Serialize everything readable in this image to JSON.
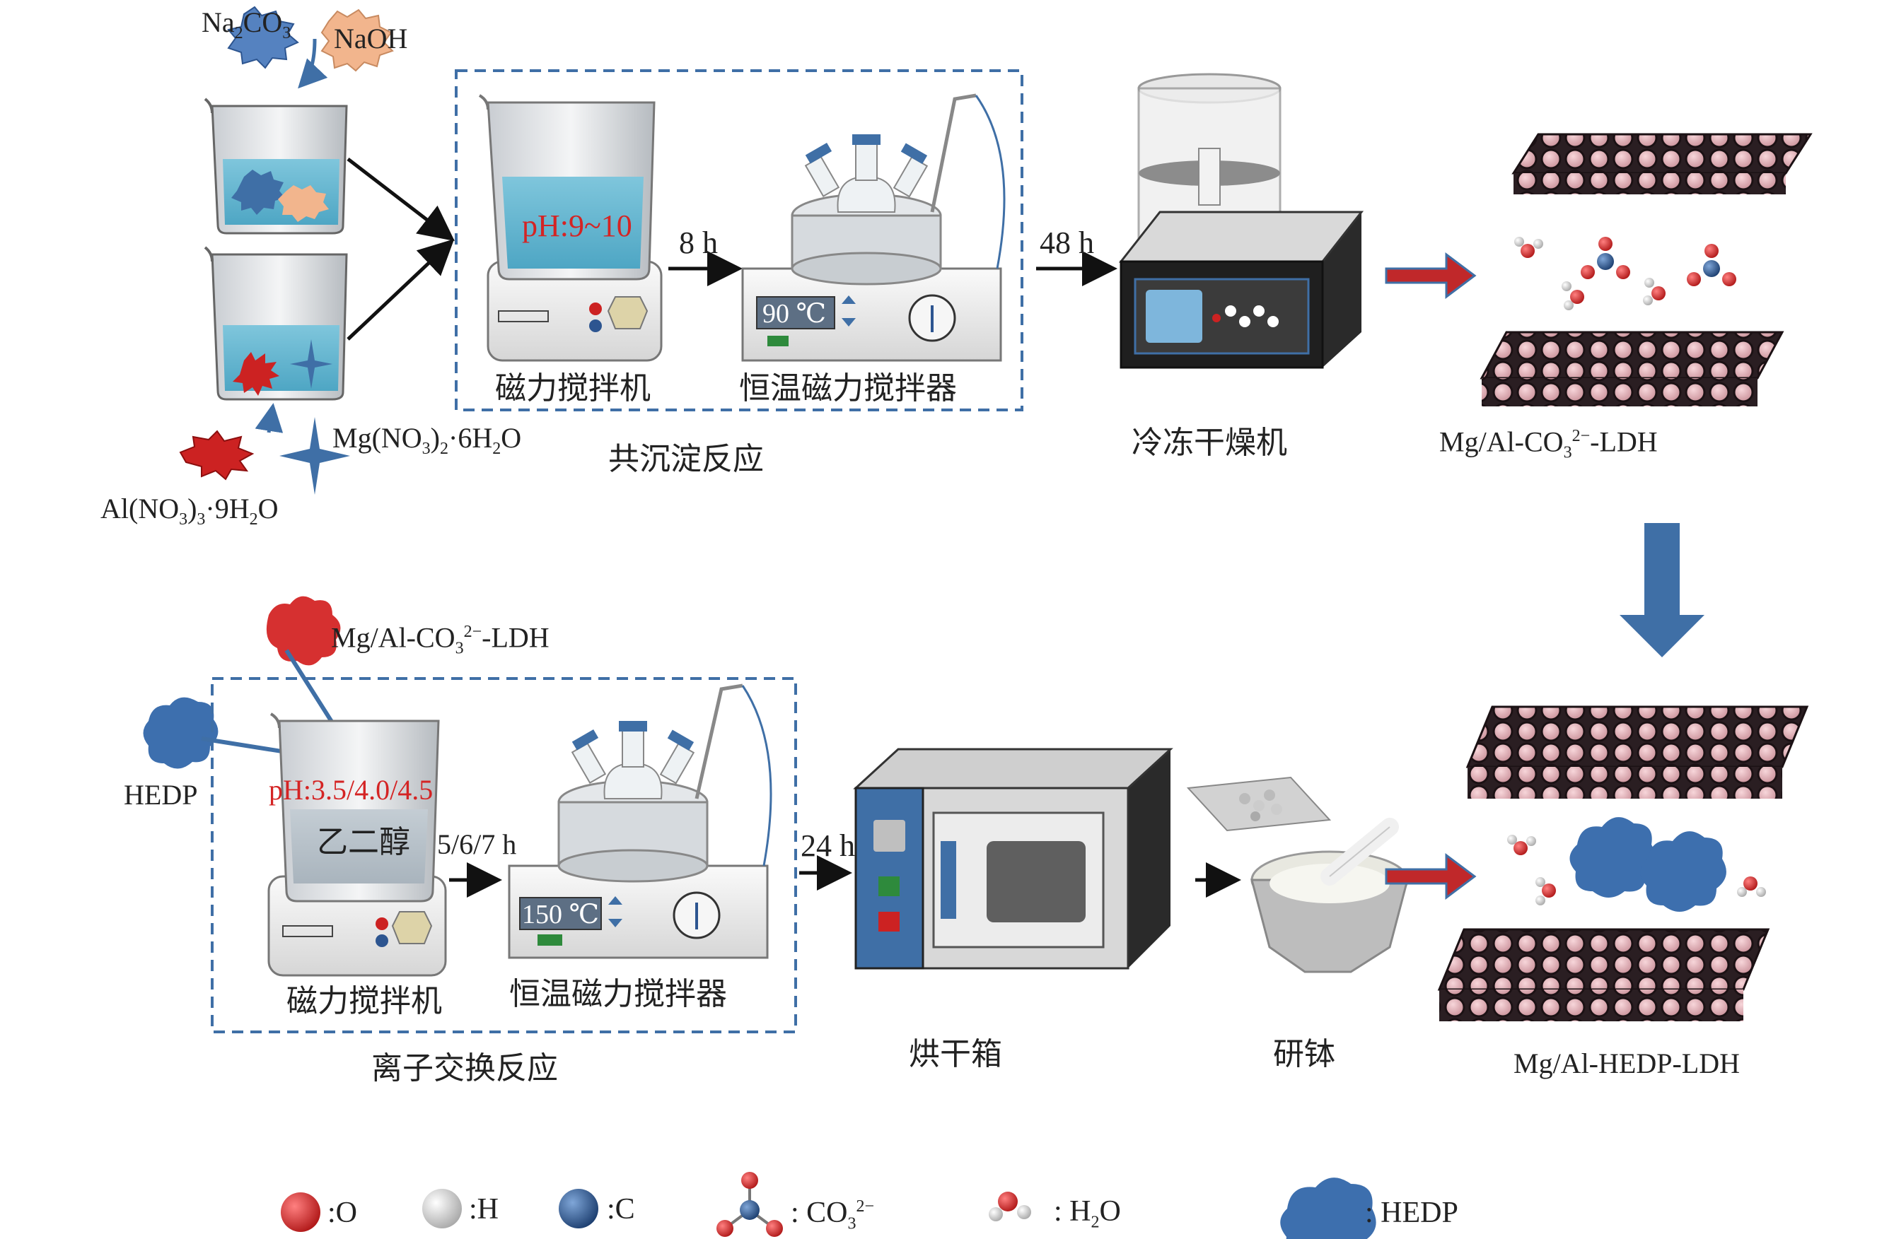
{
  "top_row": {
    "reagents": {
      "na2co3": "Na2CO3",
      "naoh": "NaOH",
      "mg_nitrate": "Mg(NO3)2·6H2O",
      "al_nitrate": "Al(NO3)3·9H2O"
    },
    "ph_label": "pH:9~10",
    "time_1": "8 h",
    "time_2": "48 h",
    "temp_display": "90 ℃",
    "magnetic_stirrer": "磁力搅拌机",
    "thermostatic_stirrer": "恒温磁力搅拌器",
    "process_label": "共沉淀反应",
    "freeze_dryer": "冷冻干燥机",
    "product": "Mg/Al-CO3²⁻-LDH"
  },
  "bottom_row": {
    "input_ldh": "Mg/Al-CO3²⁻-LDH",
    "hedp": "HEDP",
    "ph_label": "pH:3.5/4.0/4.5",
    "solvent": "乙二醇",
    "time_1": "5/6/7 h",
    "time_2": "24 h",
    "temp_display": "150 ℃",
    "magnetic_stirrer": "磁力搅拌机",
    "thermostatic_stirrer": "恒温磁力搅拌器",
    "process_label": "离子交换反应",
    "oven": "烘干箱",
    "mortar": "研钵",
    "product": "Mg/Al-HEDP-LDH"
  },
  "legend": {
    "o": ":O",
    "h": ":H",
    "c": ":C",
    "co3": ": CO3²⁻",
    "h2o": ": H2O",
    "hedp": ": HEDP"
  },
  "colors": {
    "accent_blue": "#3f6fa6",
    "red_text": "#d42424",
    "oxygen": "#cc2222",
    "carbon": "#2d5590",
    "hedp_blob": "#3d6fae",
    "arrow_red": "#c0282a"
  }
}
